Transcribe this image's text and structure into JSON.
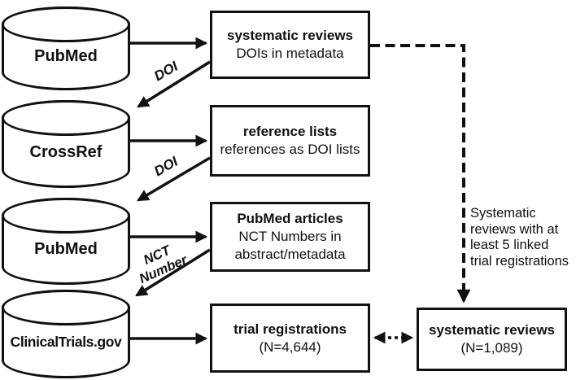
{
  "colors": {
    "ink": "#111111",
    "background": "#ffffff"
  },
  "cylinders": [
    {
      "label": "PubMed"
    },
    {
      "label": "CrossRef"
    },
    {
      "label": "PubMed"
    },
    {
      "label": "ClinicalTrials.gov"
    }
  ],
  "boxes": [
    {
      "title": "systematic reviews",
      "subtitle": "DOIs in metadata"
    },
    {
      "title": "reference lists",
      "subtitle": "references as DOI lists"
    },
    {
      "title": "PubMed articles",
      "subtitle_line1": "NCT Numbers in",
      "subtitle_line2": "abstract/metadata"
    },
    {
      "title": "trial registrations",
      "subtitle": "(N=4,644)"
    },
    {
      "title": "systematic reviews",
      "subtitle": "(N=1,089)"
    }
  ],
  "edges": {
    "doi1": "DOI",
    "doi2": "DOI",
    "nct": {
      "line1": "NCT",
      "line2": "Number"
    }
  },
  "annotation": {
    "lines": [
      "Systematic",
      "reviews with at",
      "least 5 linked",
      "trial registrations"
    ]
  }
}
